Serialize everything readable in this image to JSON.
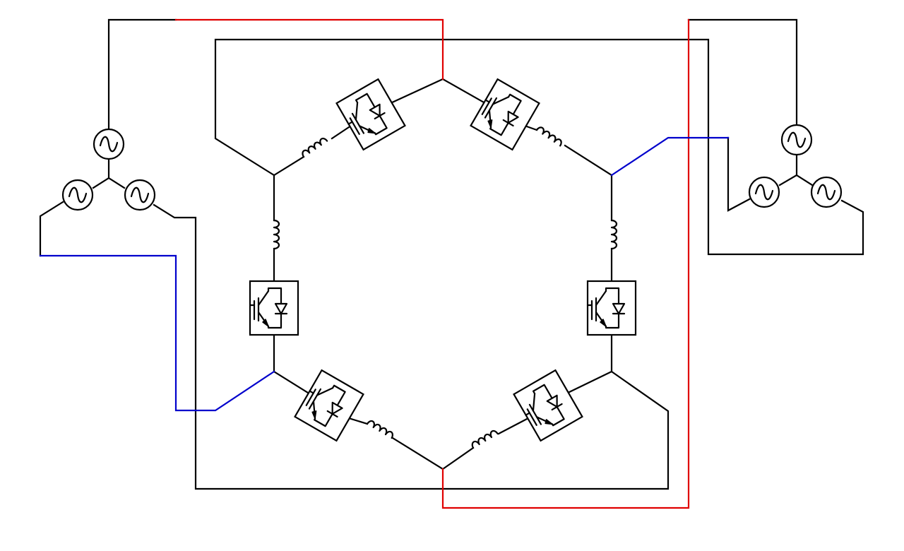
{
  "colors": {
    "wire": "#000000",
    "phase_red": "#e00000",
    "phase_blue": "#0000cc",
    "background": "#ffffff"
  },
  "components": {
    "ac_source_icon": "sine-wave-in-circle",
    "inductor_icon": "coil-loops",
    "igbt_module_icon": "igbt-with-antiparallel-diode-in-box"
  },
  "counts": {
    "ac_sources": 6,
    "switch_modules": 6,
    "inductors": 6
  }
}
